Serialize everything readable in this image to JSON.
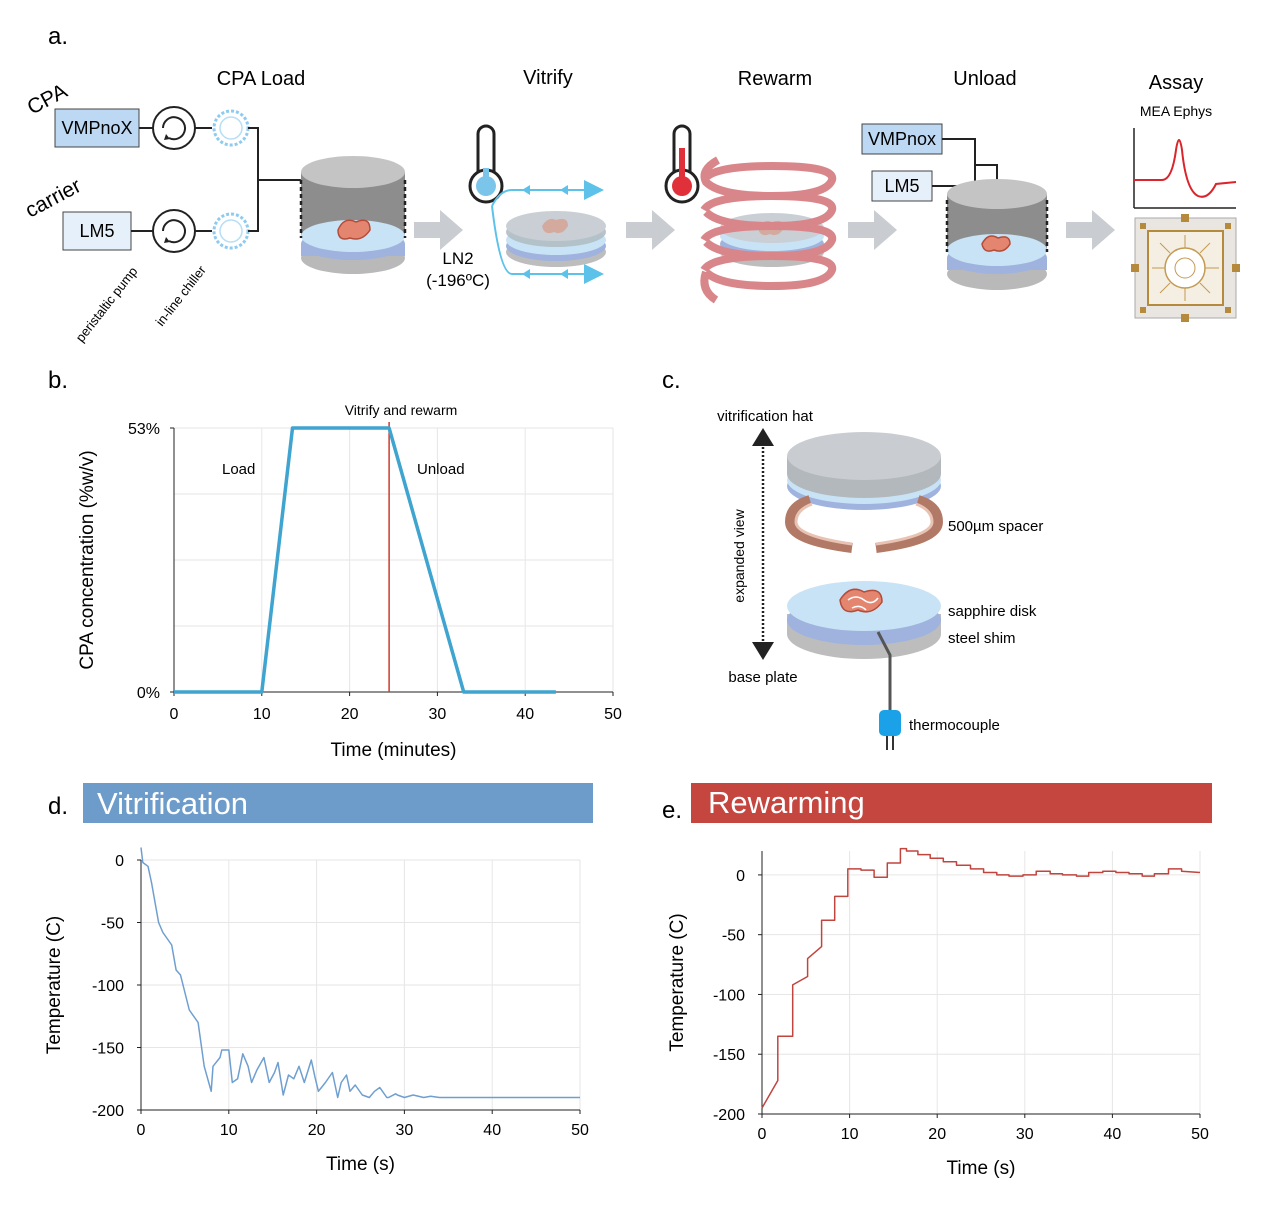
{
  "figure": {
    "panel_labels": {
      "a": "a.",
      "b": "b.",
      "c": "c.",
      "d": "d.",
      "e": "e."
    },
    "panel_a": {
      "stages": [
        "CPA Load",
        "Vitrify",
        "Rewarm",
        "Unload",
        "Assay"
      ],
      "assay_subtitle": "MEA Ephys",
      "line_labels": {
        "cpa": "CPA",
        "carrier": "carrier"
      },
      "solutions": {
        "cpa_box": "VMPnoX",
        "carrier_box": "LM5",
        "unload_top": "VMPnox",
        "unload_bottom": "LM5"
      },
      "equipment": {
        "pump": "peristaltic pump",
        "chiller": "in-line chiller"
      },
      "ln2": [
        "LN2",
        "(-196ºC)"
      ]
    },
    "panel_c": {
      "labels": {
        "hat": "vitrification hat",
        "spacer": "500µm spacer",
        "sapphire": "sapphire disk",
        "shim": "steel shim",
        "base": "base plate",
        "expanded": "expanded view",
        "thermocouple": "thermocouple"
      }
    },
    "banners": {
      "d": "Vitrification",
      "e": "Rewarming"
    }
  },
  "chart_data": [
    {
      "id": "b",
      "type": "line",
      "xlabel": "Time (minutes)",
      "ylabel": "CPA concentration (%w/v)",
      "xlim": [
        0,
        50
      ],
      "x_ticks": [
        0,
        10,
        20,
        30,
        40,
        50
      ],
      "ylim": [
        0,
        53
      ],
      "y_tick_labels": [
        "0%",
        "53%"
      ],
      "grid": true,
      "series": [
        {
          "color": "#3fa4cf",
          "x": [
            0,
            10,
            13.5,
            24.5,
            33,
            43.5
          ],
          "y": [
            0,
            0,
            53,
            53,
            0,
            0
          ]
        }
      ],
      "marker_line": {
        "x": 24.5,
        "label": "Vitrify and rewarm",
        "color": "#d03a2c"
      },
      "annotations": [
        "Load",
        "Unload"
      ]
    },
    {
      "id": "d",
      "type": "line",
      "xlabel": "Time (s)",
      "ylabel": "Temperature (C)",
      "xlim": [
        0,
        50
      ],
      "x_ticks": [
        0,
        10,
        20,
        30,
        40,
        50
      ],
      "ylim": [
        -200,
        0
      ],
      "y_ticks": [
        0,
        -50,
        -100,
        -150,
        -200
      ],
      "grid": true,
      "series": [
        {
          "color": "#6f9fd0",
          "x": [
            0,
            0.2,
            0.8,
            1.2,
            2,
            2.5,
            3.5,
            4,
            4.5,
            5.5,
            6.5,
            7.2,
            8,
            8.2,
            9,
            9.2,
            10,
            10.4,
            11,
            11.6,
            12.2,
            12.6,
            13.2,
            14,
            14.6,
            15.2,
            15.6,
            16.2,
            16.8,
            17.4,
            18,
            18.6,
            19.4,
            19.8,
            20.2,
            21,
            21.8,
            22.4,
            22.8,
            23.4,
            23.8,
            24.4,
            25.2,
            26,
            26.6,
            27.2,
            28,
            28.2,
            29,
            29.2,
            30,
            31,
            32.2,
            33,
            34,
            35,
            40,
            45,
            50
          ],
          "y": [
            10,
            -2,
            -5,
            -18,
            -50,
            -58,
            -68,
            -88,
            -92,
            -120,
            -130,
            -165,
            -185,
            -165,
            -158,
            -152,
            -152,
            -178,
            -175,
            -155,
            -165,
            -178,
            -168,
            -158,
            -178,
            -170,
            -162,
            -188,
            -172,
            -175,
            -165,
            -178,
            -160,
            -173,
            -185,
            -178,
            -170,
            -190,
            -178,
            -172,
            -185,
            -180,
            -188,
            -190,
            -185,
            -182,
            -190,
            -190,
            -187,
            -188,
            -190,
            -188,
            -190,
            -189,
            -190,
            -190,
            -190,
            -190,
            -190
          ]
        }
      ]
    },
    {
      "id": "e",
      "type": "line",
      "xlabel": "Time (s)",
      "ylabel": "Temperature (C)",
      "xlim": [
        0,
        50
      ],
      "x_ticks": [
        0,
        10,
        20,
        30,
        40,
        50
      ],
      "ylim": [
        -200,
        20
      ],
      "y_ticks": [
        0,
        -50,
        -100,
        -150,
        -200
      ],
      "grid": true,
      "series": [
        {
          "color": "#c0453e",
          "x": [
            0,
            1.8,
            1.8,
            3.5,
            3.5,
            5.2,
            5.2,
            6.8,
            6.8,
            8.3,
            8.3,
            9.8,
            9.8,
            11.3,
            11.3,
            12.8,
            12.8,
            14.3,
            14.3,
            15.8,
            15.8,
            16.5,
            16.5,
            17.8,
            17.8,
            19.2,
            19.2,
            20.7,
            20.7,
            22.2,
            22.2,
            23.8,
            23.8,
            25.3,
            25.3,
            26.8,
            26.8,
            28.2,
            28.2,
            29.8,
            29.8,
            31.3,
            31.3,
            32.9,
            32.9,
            34.3,
            34.3,
            35.9,
            35.9,
            37.3,
            37.3,
            38.9,
            38.9,
            40.4,
            40.4,
            41.9,
            41.9,
            43.4,
            43.4,
            44.8,
            44.8,
            46.4,
            46.4,
            47.9,
            47.9,
            50
          ],
          "y": [
            -195,
            -172,
            -135,
            -135,
            -92,
            -85,
            -70,
            -60,
            -38,
            -38,
            -18,
            -18,
            5,
            5,
            4,
            4,
            -2,
            -2,
            10,
            10,
            22,
            22,
            20,
            20,
            17,
            17,
            14,
            14,
            11,
            11,
            8,
            8,
            5,
            5,
            2,
            2,
            0,
            0,
            -1,
            -1,
            0,
            0,
            3,
            3,
            1,
            1,
            0,
            0,
            -1,
            -1,
            2,
            2,
            3,
            3,
            2,
            2,
            1,
            1,
            -1,
            -1,
            1,
            1,
            5,
            5,
            3,
            2
          ]
        }
      ]
    }
  ]
}
